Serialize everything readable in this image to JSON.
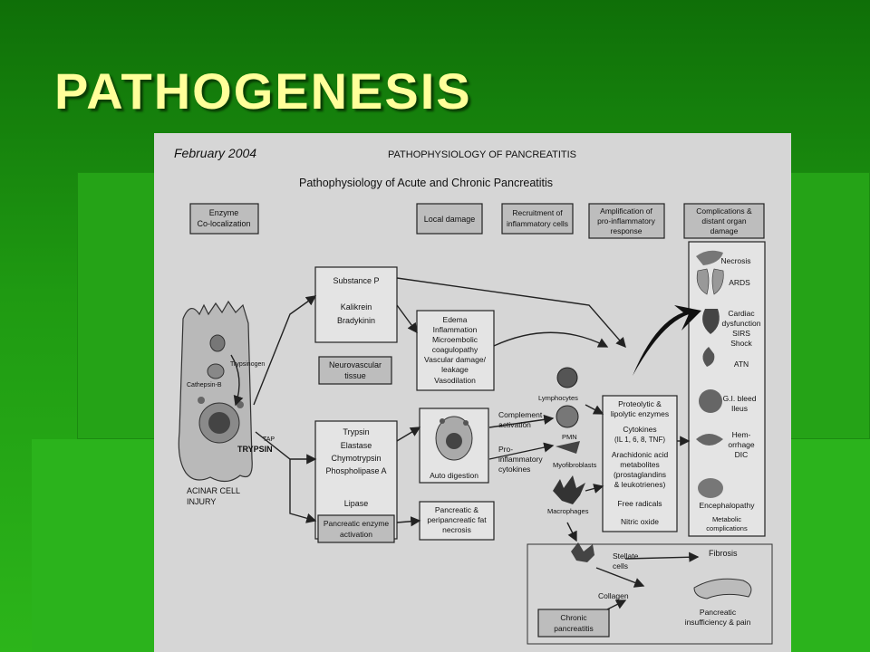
{
  "slide": {
    "title": "PATHOGENESIS"
  },
  "figure": {
    "page_date": "February 2004",
    "page_header": "PATHOPHYSIOLOGY OF PANCREATITIS",
    "diagram_title": "Pathophysiology of Acute and Chronic Pancreatitis",
    "header_boxes": {
      "enzyme_l1": "Enzyme",
      "enzyme_l2": "Co-localization",
      "local_damage": "Local damage",
      "recruit_l1": "Recruitment of",
      "recruit_l2": "inflammatory cells",
      "ampl_l1": "Amplification of",
      "ampl_l2": "pro-inflammatory",
      "ampl_l3": "response",
      "comp_l1": "Complications &",
      "comp_l2": "distant organ",
      "comp_l3": "damage"
    },
    "acinar": {
      "trypsinogen": "Trypsinogen",
      "cathepsin": "Cathepsin-B",
      "tap": "TAP",
      "trypsin": "TRYPSIN",
      "injury_l1": "ACINAR CELL",
      "injury_l2": "INJURY"
    },
    "substance_box": {
      "l1": "Substance P",
      "l2": "Kalikrein",
      "l3": "Bradykinin"
    },
    "edema_box": {
      "l1": "Edema",
      "l2": "Inflammation",
      "l3": "Microembolic",
      "l4": "coagulopathy",
      "l5": "Vascular damage/",
      "l6": "leakage",
      "l7": "Vasodilation"
    },
    "neuro_box": {
      "l1": "Neurovascular",
      "l2": "tissue"
    },
    "trypsin_box": {
      "l1": "Trypsin",
      "l2": "Elastase",
      "l3": "Chymotrypsin",
      "l4": "Phospholipase A",
      "l5": "Lipase"
    },
    "pancreatic_enzyme_box": {
      "l1": "Pancreatic enzyme",
      "l2": "activation"
    },
    "auto_digestion": "Auto digestion",
    "fat_necrosis": {
      "l1": "Pancreatic &",
      "l2": "peripancreatic fat",
      "l3": "necrosis"
    },
    "complement": {
      "l1": "Complement",
      "l2": "activation"
    },
    "proinflam": {
      "l1": "Pro-",
      "l2": "inflammatory",
      "l3": "cytokines"
    },
    "cells": {
      "lymphocytes": "Lymphocytes",
      "pmn": "PMN",
      "myofibroblasts": "Myofibroblasts",
      "macrophages": "Macrophages"
    },
    "mediators": {
      "l1": "Proteolytic &",
      "l2": "lipolytic enzymes",
      "l3": "Cytokines",
      "l4": "(IL 1, 6, 8, TNF)",
      "l5": "Arachidonic acid",
      "l6": "metabolites",
      "l7": "(prostaglandins",
      "l8": "& leukotrienes)",
      "l9": "Free radicals",
      "l10": "Nitric oxide"
    },
    "complications": {
      "necrosis": "Necrosis",
      "ards": "ARDS",
      "cardiac_l1": "Cardiac",
      "cardiac_l2": "dysfunction",
      "sirs": "SIRS",
      "shock": "Shock",
      "atn": "ATN",
      "gi_l1": "G.I. bleed",
      "gi_l2": "Ileus",
      "hem_l1": "Hem-",
      "hem_l2": "orrhage",
      "dic": "DIC",
      "enceph": "Encephalopathy",
      "metabolic_l1": "Metabolic",
      "metabolic_l2": "complications"
    },
    "chronic": {
      "stellate_l1": "Stellate",
      "stellate_l2": "cells",
      "fibrosis": "Fibrosis",
      "collagen": "Collagen",
      "chronic_l1": "Chronic",
      "chronic_l2": "pancreatitis",
      "insuff_l1": "Pancreatic",
      "insuff_l2": "insufficiency & pain"
    }
  }
}
